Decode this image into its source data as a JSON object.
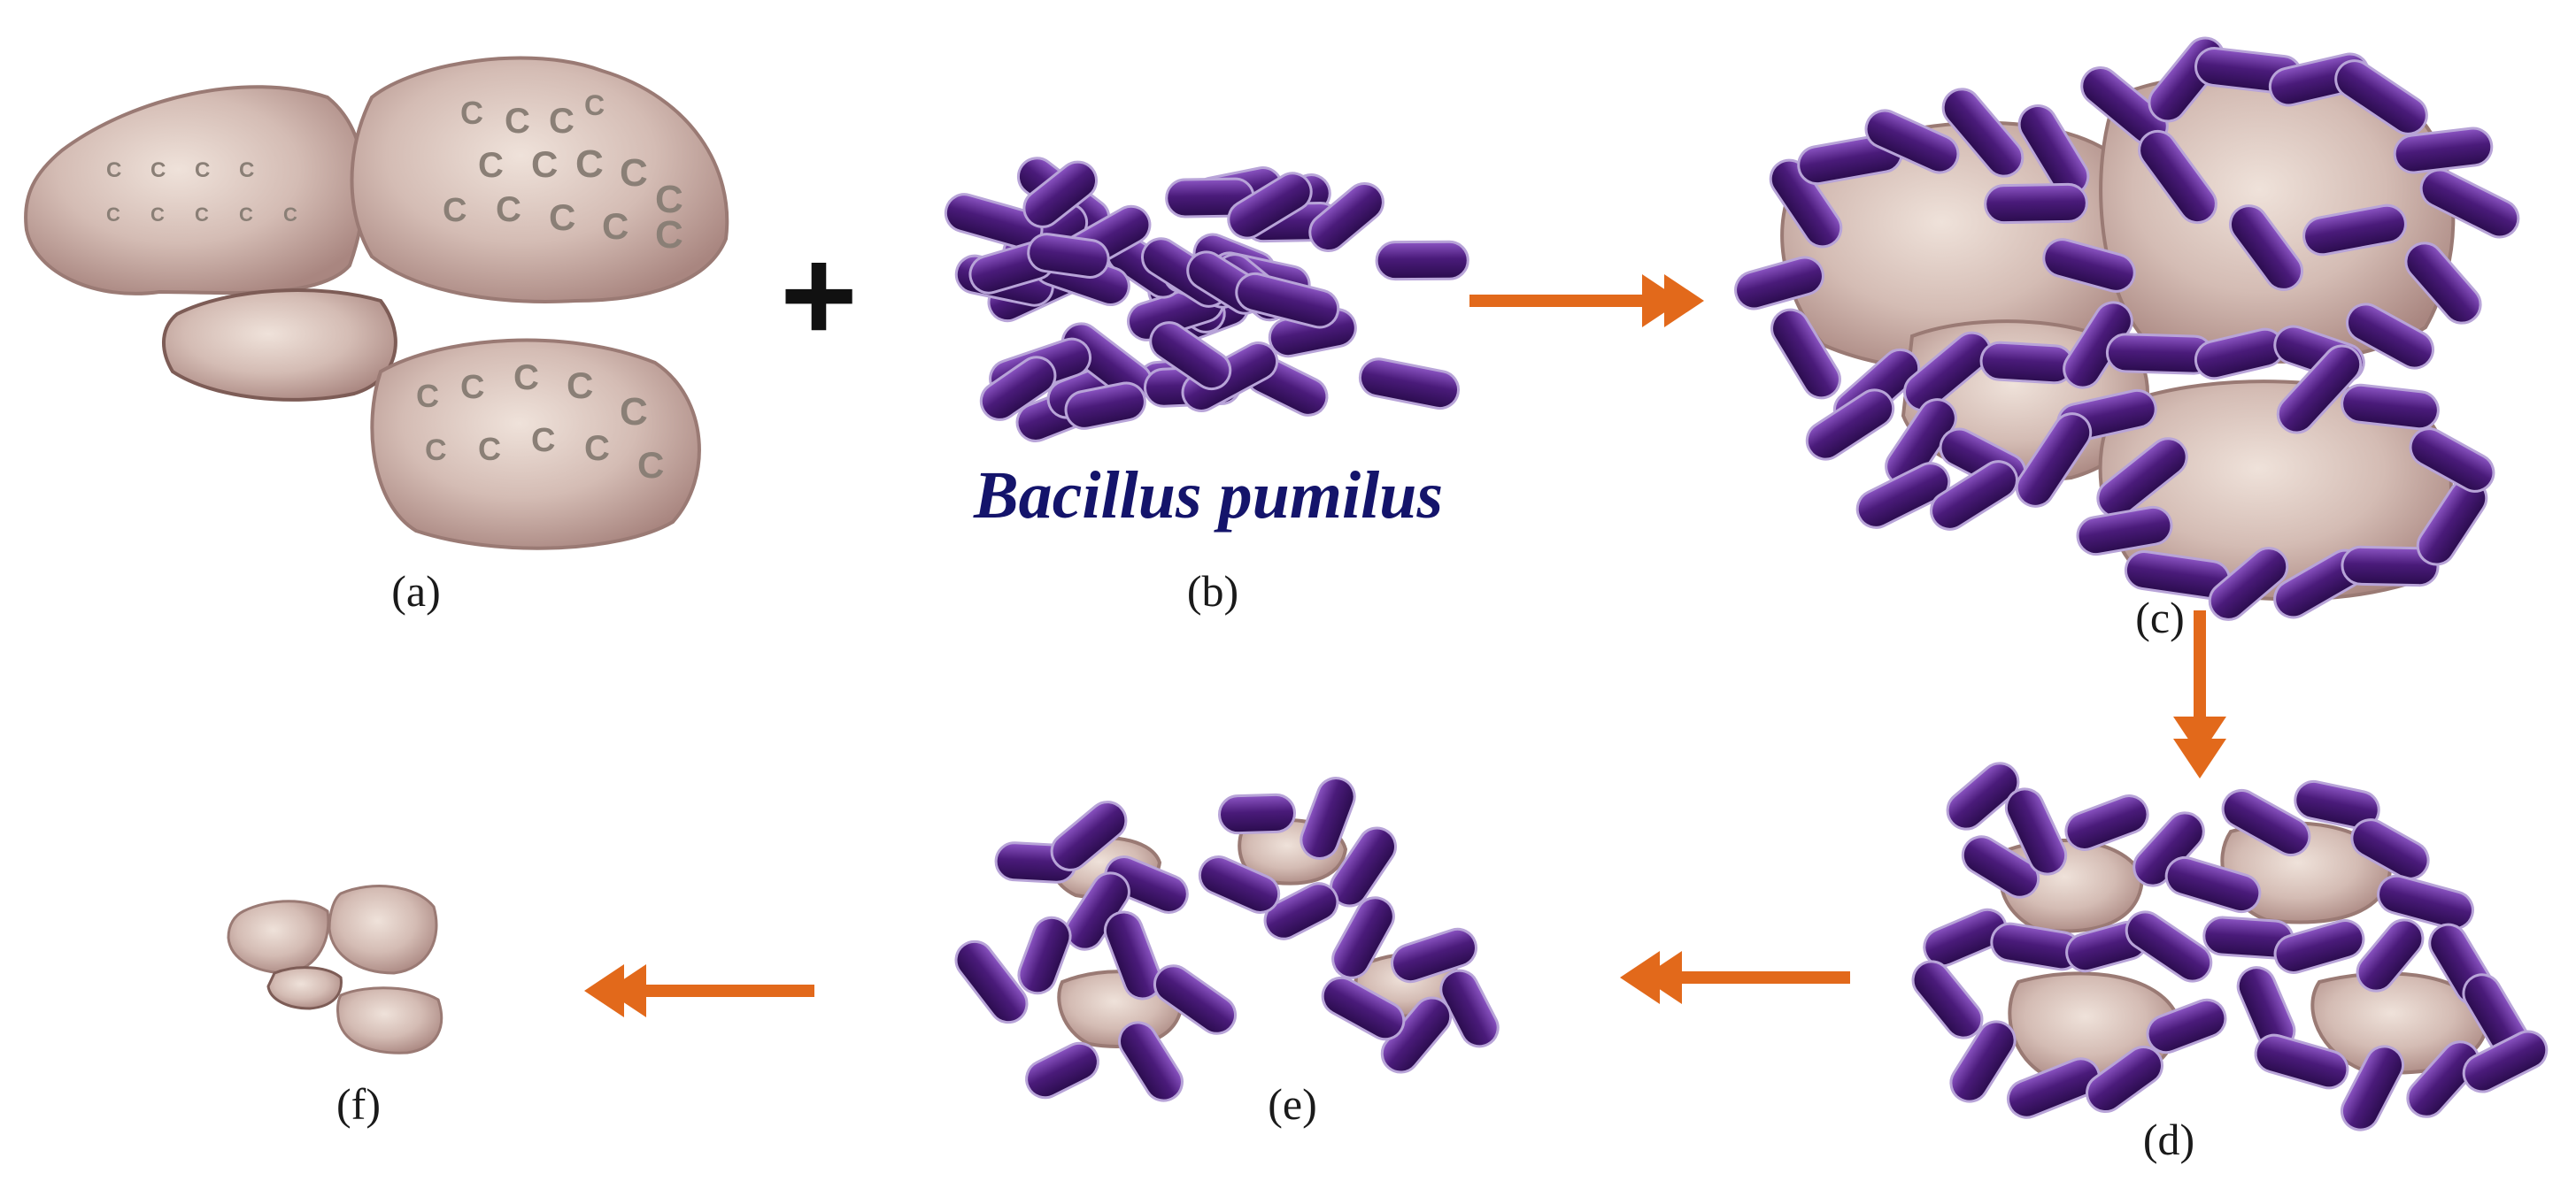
{
  "plus_sign": "+",
  "species_label": "Bacillus pumilus",
  "carbon_symbol": "C",
  "panels": [
    {
      "id": "a",
      "label": "(a)"
    },
    {
      "id": "b",
      "label": "(b)"
    },
    {
      "id": "c",
      "label": "(c)"
    },
    {
      "id": "d",
      "label": "(d)"
    },
    {
      "id": "e",
      "label": "(e)"
    },
    {
      "id": "f",
      "label": "(f)"
    }
  ],
  "colors": {
    "particle_fill": "#c9ada7",
    "particle_edge": "#9a7a74",
    "bacterium_dark": "#3b1463",
    "bacterium_light": "#7a3fb0",
    "arrow": "#e2691b",
    "species_text": "#14146b"
  }
}
